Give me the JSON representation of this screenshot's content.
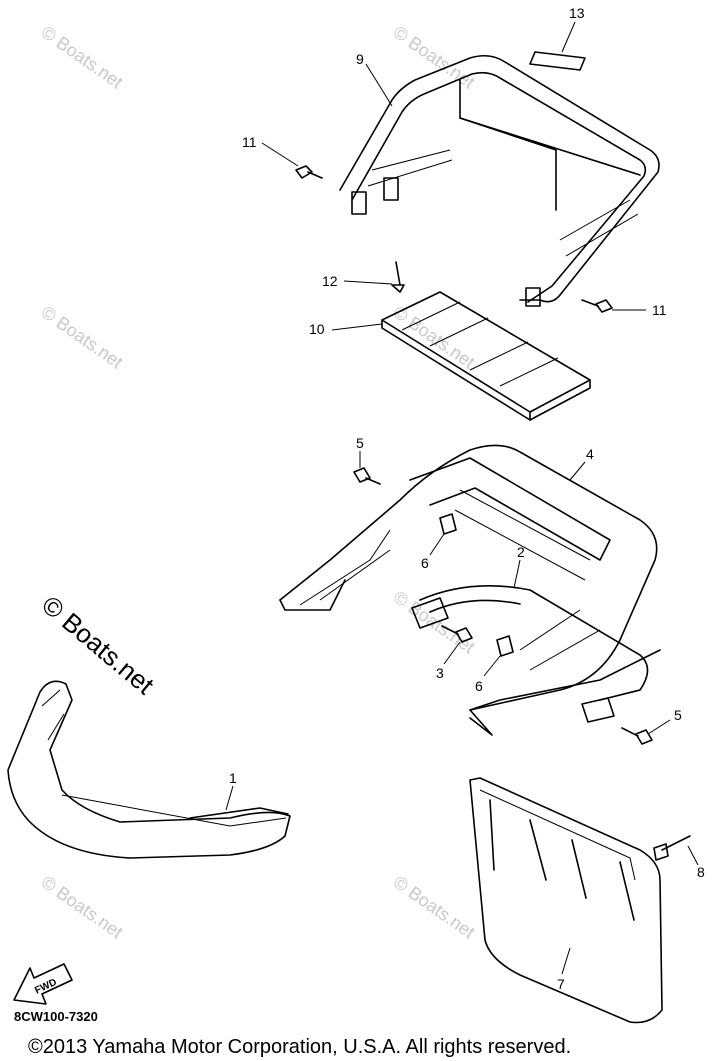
{
  "diagram_code": "8CW100-7320",
  "copyright": "©2013 Yamaha Motor Corporation, U.S.A. All rights reserved.",
  "watermark": {
    "text": "© Boats.net",
    "color": "#c8c8c8"
  },
  "fwd_arrow": {
    "label": "FWD"
  },
  "callouts": [
    {
      "id": "c13",
      "label": "13"
    },
    {
      "id": "c9",
      "label": "9"
    },
    {
      "id": "c11a",
      "label": "11"
    },
    {
      "id": "c11b",
      "label": "11"
    },
    {
      "id": "c12",
      "label": "12"
    },
    {
      "id": "c10",
      "label": "10"
    },
    {
      "id": "c5a",
      "label": "5"
    },
    {
      "id": "c4",
      "label": "4"
    },
    {
      "id": "c6a",
      "label": "6"
    },
    {
      "id": "c2",
      "label": "2"
    },
    {
      "id": "c3",
      "label": "3"
    },
    {
      "id": "c6b",
      "label": "6"
    },
    {
      "id": "c5b",
      "label": "5"
    },
    {
      "id": "c1",
      "label": "1"
    },
    {
      "id": "c8",
      "label": "8"
    },
    {
      "id": "c7",
      "label": "7"
    }
  ]
}
